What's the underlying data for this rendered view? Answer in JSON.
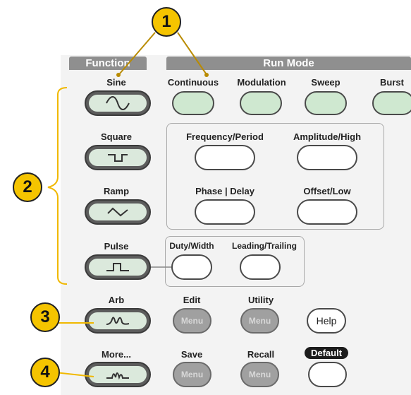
{
  "headers": {
    "function": "Function",
    "run_mode": "Run Mode"
  },
  "function_buttons": [
    {
      "label": "Sine",
      "icon": "sine-wave-icon"
    },
    {
      "label": "Square",
      "icon": "square-wave-icon"
    },
    {
      "label": "Ramp",
      "icon": "ramp-wave-icon"
    },
    {
      "label": "Pulse",
      "icon": "pulse-wave-icon"
    },
    {
      "label": "Arb",
      "icon": "arbitrary-wave-icon"
    },
    {
      "label": "More...",
      "icon": "more-waveforms-icon"
    }
  ],
  "run_mode_buttons": [
    "Continuous",
    "Modulation",
    "Sweep",
    "Burst"
  ],
  "parameter_buttons": [
    "Frequency/Period",
    "Amplitude/High",
    "Phase | Delay",
    "Offset/Low"
  ],
  "pulse_buttons": [
    "Duty/Width",
    "Leading/Trailing"
  ],
  "bottom": {
    "edit": "Edit",
    "utility": "Utility",
    "save": "Save",
    "recall": "Recall",
    "menu": "Menu",
    "help": "Help",
    "default": "Default"
  },
  "callouts": [
    "1",
    "2",
    "3",
    "4"
  ],
  "colors": {
    "callout": "#f5c400",
    "run_mode_button": "#cfe8d0",
    "header": "#8f8f8f"
  }
}
